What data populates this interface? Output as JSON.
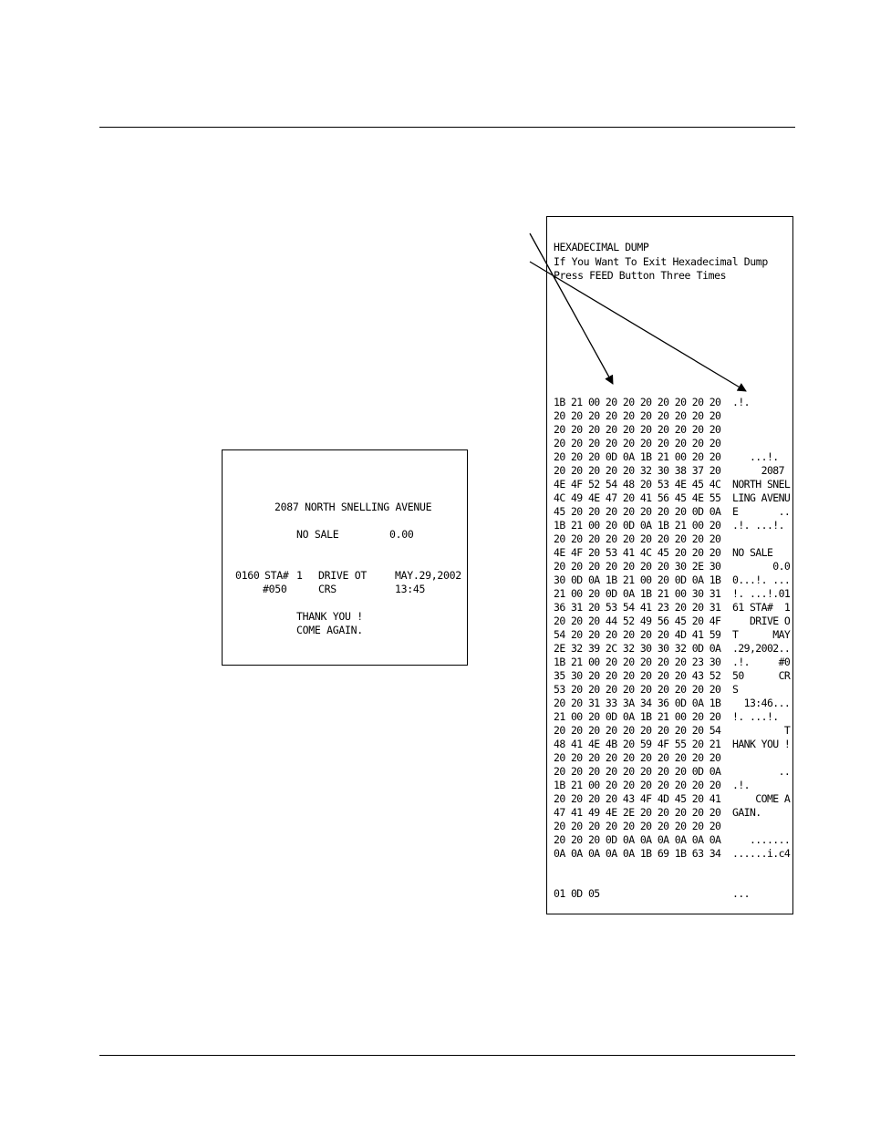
{
  "receipt": {
    "address": "2087 NORTH SNELLING AVENUE",
    "no_sale_label": "NO SALE",
    "no_sale_amount": "0.00",
    "store_number": "0160",
    "station_label": "STA#",
    "station_number": "1",
    "operator": "DRIVE OT",
    "date": "MAY.29,2002",
    "transaction": "#050",
    "operator_code": "CRS",
    "time": "13:45",
    "thank_you": "THANK YOU !",
    "come_again": "COME AGAIN."
  },
  "dump": {
    "header": [
      "HEXADECIMAL DUMP",
      "If You Want To Exit Hexadecimal Dump",
      "Press FEED Button Three Times"
    ],
    "rows": [
      {
        "hex": "1B 21 00 20 20 20 20 20 20 20",
        "ascii": ".!."
      },
      {
        "hex": "20 20 20 20 20 20 20 20 20 20",
        "ascii": ""
      },
      {
        "hex": "20 20 20 20 20 20 20 20 20 20",
        "ascii": ""
      },
      {
        "hex": "20 20 20 20 20 20 20 20 20 20",
        "ascii": ""
      },
      {
        "hex": "20 20 20 0D 0A 1B 21 00 20 20",
        "ascii": "   ...!."
      },
      {
        "hex": "20 20 20 20 20 32 30 38 37 20",
        "ascii": "     2087"
      },
      {
        "hex": "4E 4F 52 54 48 20 53 4E 45 4C",
        "ascii": "NORTH SNEL"
      },
      {
        "hex": "4C 49 4E 47 20 41 56 45 4E 55",
        "ascii": "LING AVENU"
      },
      {
        "hex": "45 20 20 20 20 20 20 20 0D 0A",
        "ascii": "E       .."
      },
      {
        "hex": "1B 21 00 20 0D 0A 1B 21 00 20",
        "ascii": ".!. ...!."
      },
      {
        "hex": "20 20 20 20 20 20 20 20 20 20",
        "ascii": ""
      },
      {
        "hex": "4E 4F 20 53 41 4C 45 20 20 20",
        "ascii": "NO SALE"
      },
      {
        "hex": "20 20 20 20 20 20 20 30 2E 30",
        "ascii": "       0.0"
      },
      {
        "hex": "30 0D 0A 1B 21 00 20 0D 0A 1B",
        "ascii": "0...!. ..."
      },
      {
        "hex": "21 00 20 0D 0A 1B 21 00 30 31",
        "ascii": "!. ...!.01"
      },
      {
        "hex": "36 31 20 53 54 41 23 20 20 31",
        "ascii": "61 STA#  1"
      },
      {
        "hex": "20 20 20 44 52 49 56 45 20 4F",
        "ascii": "   DRIVE O"
      },
      {
        "hex": "54 20 20 20 20 20 20 4D 41 59",
        "ascii": "T      MAY"
      },
      {
        "hex": "2E 32 39 2C 32 30 30 32 0D 0A",
        "ascii": ".29,2002.."
      },
      {
        "hex": "1B 21 00 20 20 20 20 20 23 30",
        "ascii": ".!.     #0"
      },
      {
        "hex": "35 30 20 20 20 20 20 20 43 52",
        "ascii": "50      CR"
      },
      {
        "hex": "53 20 20 20 20 20 20 20 20 20",
        "ascii": "S"
      },
      {
        "hex": "20 20 31 33 3A 34 36 0D 0A 1B",
        "ascii": "  13:46..."
      },
      {
        "hex": "21 00 20 0D 0A 1B 21 00 20 20",
        "ascii": "!. ...!."
      },
      {
        "hex": "20 20 20 20 20 20 20 20 20 54",
        "ascii": "         T"
      },
      {
        "hex": "48 41 4E 4B 20 59 4F 55 20 21",
        "ascii": "HANK YOU !"
      },
      {
        "hex": "20 20 20 20 20 20 20 20 20 20",
        "ascii": ""
      },
      {
        "hex": "20 20 20 20 20 20 20 20 0D 0A",
        "ascii": "        .."
      },
      {
        "hex": "1B 21 00 20 20 20 20 20 20 20",
        "ascii": ".!."
      },
      {
        "hex": "20 20 20 20 43 4F 4D 45 20 41",
        "ascii": "    COME A"
      },
      {
        "hex": "47 41 49 4E 2E 20 20 20 20 20",
        "ascii": "GAIN."
      },
      {
        "hex": "20 20 20 20 20 20 20 20 20 20",
        "ascii": ""
      },
      {
        "hex": "20 20 20 0D 0A 0A 0A 0A 0A 0A",
        "ascii": "   ......."
      },
      {
        "hex": "0A 0A 0A 0A 0A 1B 69 1B 63 34",
        "ascii": "......i.c4"
      }
    ],
    "last_row": {
      "hex": "01 0D 05",
      "ascii": "..."
    }
  }
}
